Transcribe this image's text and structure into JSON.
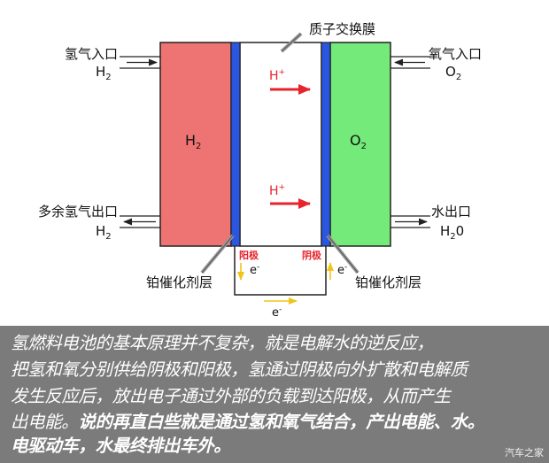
{
  "labels": {
    "membrane": "质子交换膜",
    "h2_inlet": "氢气入口",
    "h2_inlet_formula": "H",
    "h2_inlet_sub": "2",
    "o2_inlet": "氧气入口",
    "o2_inlet_formula": "O",
    "o2_inlet_sub": "2",
    "h2_chamber": "H",
    "h2_chamber_sub": "2",
    "o2_chamber": "O",
    "o2_chamber_sub": "2",
    "proton": "H",
    "proton_sup": "+",
    "h2_outlet": "多余氢气出口",
    "h2_outlet_formula": "H",
    "h2_outlet_sub": "2",
    "water_outlet": "水出口",
    "water_formula": "H",
    "water_sub": "2",
    "water_tail": "0",
    "anode": "阳极",
    "cathode": "阴极",
    "electron": "e",
    "electron_sup": "-",
    "catalyst_left": "铂催化剂层",
    "catalyst_right": "铂催化剂层"
  },
  "caption": {
    "line1": "氢燃料电池的基本原理并不复杂，就是电解水的逆反应，",
    "line2": "把氢和氧分别供给阴极和阳极，氢通过阴极向外扩散和电解质",
    "line3": "发生反应后，放出电子通过外部的负载到达阳极，从而产生",
    "line4_a": "出电能。",
    "line4_b": "说的再直白些就是通过氢和氧气结合，产出电能、水。",
    "line5": "电驱动车，水最终排出车外。"
  },
  "watermark": "汽车之家",
  "colors": {
    "hydrogen": "#ee7474",
    "oxygen": "#73ea7a",
    "catalyst": "#2a56e0",
    "proton_arrow": "#e8232b",
    "electron_arrow": "#f0c419",
    "pole_label": "#e8232b",
    "caption_bg": "#7b7b7b"
  }
}
